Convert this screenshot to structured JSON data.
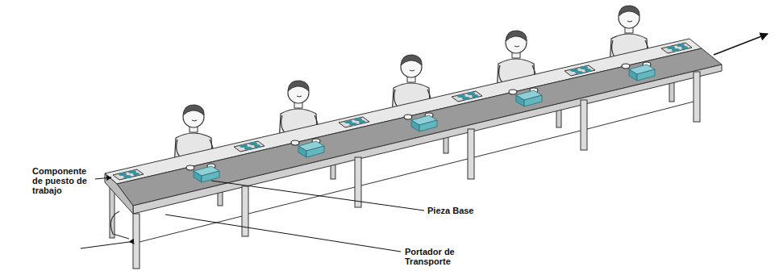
{
  "diagram": {
    "labels": [
      "Componente de puesto de trabajo",
      "Pieza Base",
      "Portador de Transporte"
    ]
  }
}
